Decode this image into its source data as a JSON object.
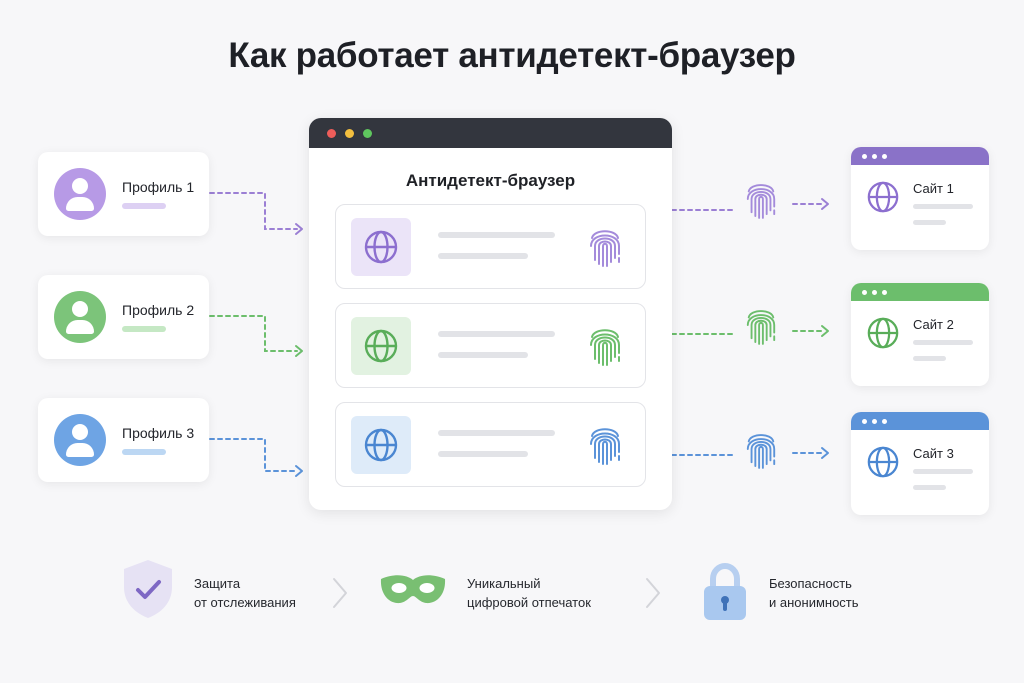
{
  "title": "Как работает антидетект-браузер",
  "colors": {
    "purple": "#9b7fd4",
    "green": "#6cbe6c",
    "blue": "#5b93d9"
  },
  "profiles": [
    {
      "label": "Профиль 1",
      "color": "#b79ae6",
      "bar": "#ddd0f3",
      "line": "#9b7fd4"
    },
    {
      "label": "Профиль 2",
      "color": "#7cc47a",
      "bar": "#c5e8c4",
      "line": "#6cbe6c"
    },
    {
      "label": "Профиль 3",
      "color": "#6ea4e4",
      "bar": "#bcd7f3",
      "line": "#5b93d9"
    }
  ],
  "browser": {
    "title": "Антидетект-браузер",
    "rows": [
      {
        "color": "#8c6fcf",
        "bg": "#ebe4f8",
        "icon": "globe-icon",
        "fingerprint": "fingerprint-icon"
      },
      {
        "color": "#59ad59",
        "bg": "#e2f2e1",
        "icon": "globe-icon",
        "fingerprint": "fingerprint-icon"
      },
      {
        "color": "#4a86d1",
        "bg": "#deebf9",
        "icon": "globe-icon",
        "fingerprint": "fingerprint-icon"
      }
    ]
  },
  "sites": [
    {
      "label": "Сайт 1",
      "color": "#8c6fcf",
      "bar": "#8a72c8"
    },
    {
      "label": "Сайт 2",
      "color": "#59ad59",
      "bar": "#6cbe6c"
    },
    {
      "label": "Сайт 3",
      "color": "#4a86d1",
      "bar": "#5b93d9"
    }
  ],
  "features": [
    {
      "icon": "shield-check-icon",
      "line1": "Защита",
      "line2": "от отслеживания"
    },
    {
      "icon": "mask-icon",
      "line1": "Уникальный",
      "line2": "цифровой отпечаток"
    },
    {
      "icon": "lock-icon",
      "line1": "Безопасность",
      "line2": "и анонимность"
    }
  ]
}
